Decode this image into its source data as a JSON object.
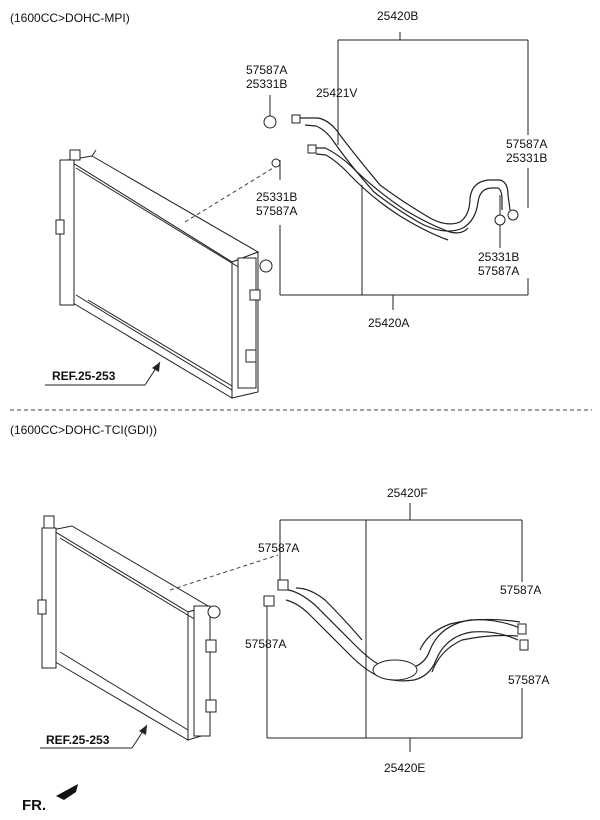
{
  "section_top": {
    "variant": "(1600CC>DOHC-MPI)",
    "assembly": "25420B",
    "hose_upper": "25421V",
    "assembly_lower": "25420A",
    "clamp_a_1": "57587A",
    "clamp_b_1": "25331B",
    "clamp_b_2": "25331B",
    "clamp_a_2": "57587A",
    "clamp_a_3": "57587A",
    "clamp_b_3": "25331B",
    "clamp_b_4": "25331B",
    "clamp_a_4": "57587A",
    "ref": "REF.25-253"
  },
  "section_bottom": {
    "variant": "(1600CC>DOHC-TCI(GDI))",
    "assembly": "25420F",
    "assembly_lower": "25420E",
    "clamp_1": "57587A",
    "clamp_2": "57587A",
    "clamp_3": "57587A",
    "clamp_4": "57587A",
    "ref": "REF.25-253"
  },
  "footer": {
    "direction": "FR."
  }
}
